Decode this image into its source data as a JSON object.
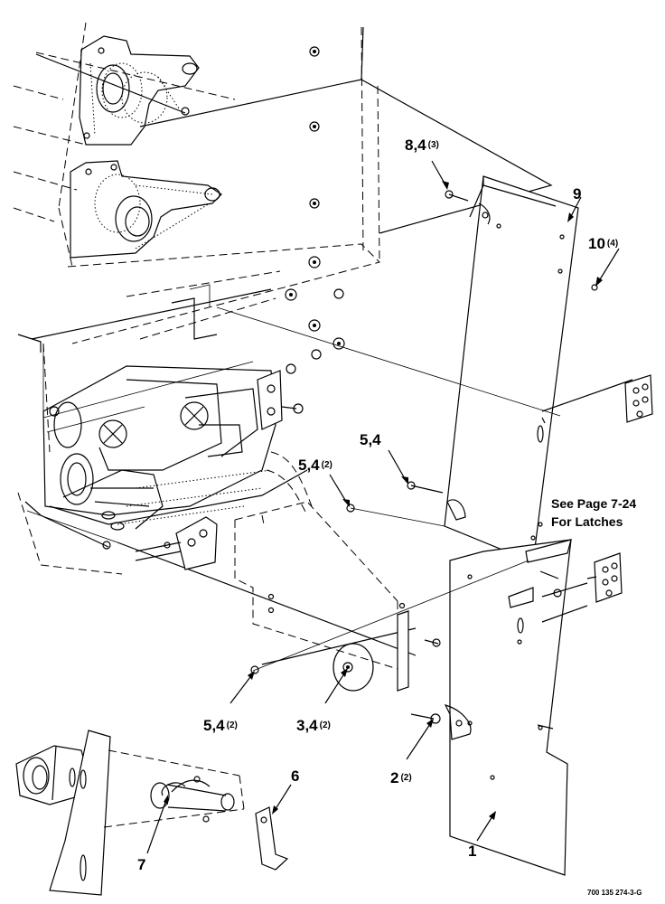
{
  "callouts": {
    "c1": {
      "num": "1",
      "qty": ""
    },
    "c2": {
      "num": "2",
      "qty": "(2)"
    },
    "c3": {
      "num": "3,4",
      "qty": "(2)"
    },
    "c5a": {
      "num": "5,4",
      "qty": ""
    },
    "c5b": {
      "num": "5,4",
      "qty": "(2)"
    },
    "c5c": {
      "num": "5,4",
      "qty": "(2)"
    },
    "c6": {
      "num": "6",
      "qty": ""
    },
    "c7": {
      "num": "7",
      "qty": ""
    },
    "c8": {
      "num": "8,4",
      "qty": "(3)"
    },
    "c9": {
      "num": "9",
      "qty": ""
    },
    "c10": {
      "num": "10",
      "qty": "(4)"
    }
  },
  "note": {
    "line1": "See Page 7-24",
    "line2": "For Latches"
  },
  "drawing_number": "700 135 274-3-G"
}
